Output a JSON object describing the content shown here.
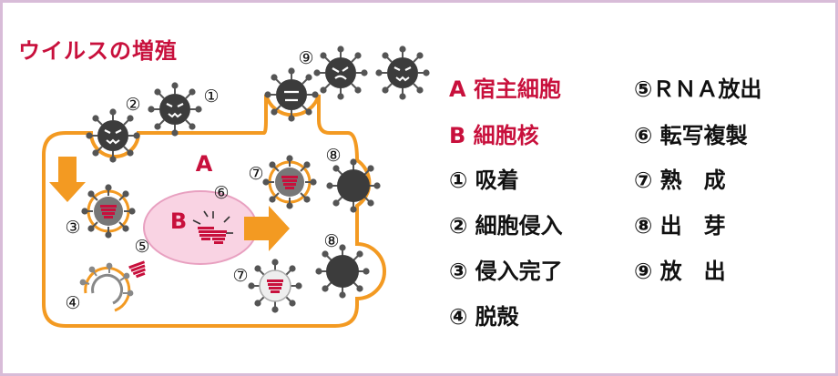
{
  "title": "ウイルスの増殖",
  "cell_label": "A",
  "nucleus_label": "B",
  "step_markers": {
    "s1": "①",
    "s2": "②",
    "s3": "③",
    "s4": "④",
    "s5": "⑤",
    "s6": "⑥",
    "s7a": "⑦",
    "s7b": "⑦",
    "s8a": "⑧",
    "s8b": "⑧",
    "s9": "⑨"
  },
  "legend": {
    "a": "A 宿主細胞",
    "b": "B 細胞核",
    "i1": "① 吸着",
    "i2": "② 細胞侵入",
    "i3": "③ 侵入完了",
    "i4": "④ 脱殻",
    "i5": "⑤ＲＮＡ放出",
    "i6": "⑥ 転写複製",
    "i7": "⑦ 熟　成",
    "i8": "⑧ 出　芽",
    "i9": "⑨ 放　出"
  },
  "colors": {
    "accent": "#c8103c",
    "membrane": "#f39a22",
    "virus": "#3c3c3c",
    "nucleus_fill": "#f9d3e3",
    "border": "#d8bcd8"
  }
}
